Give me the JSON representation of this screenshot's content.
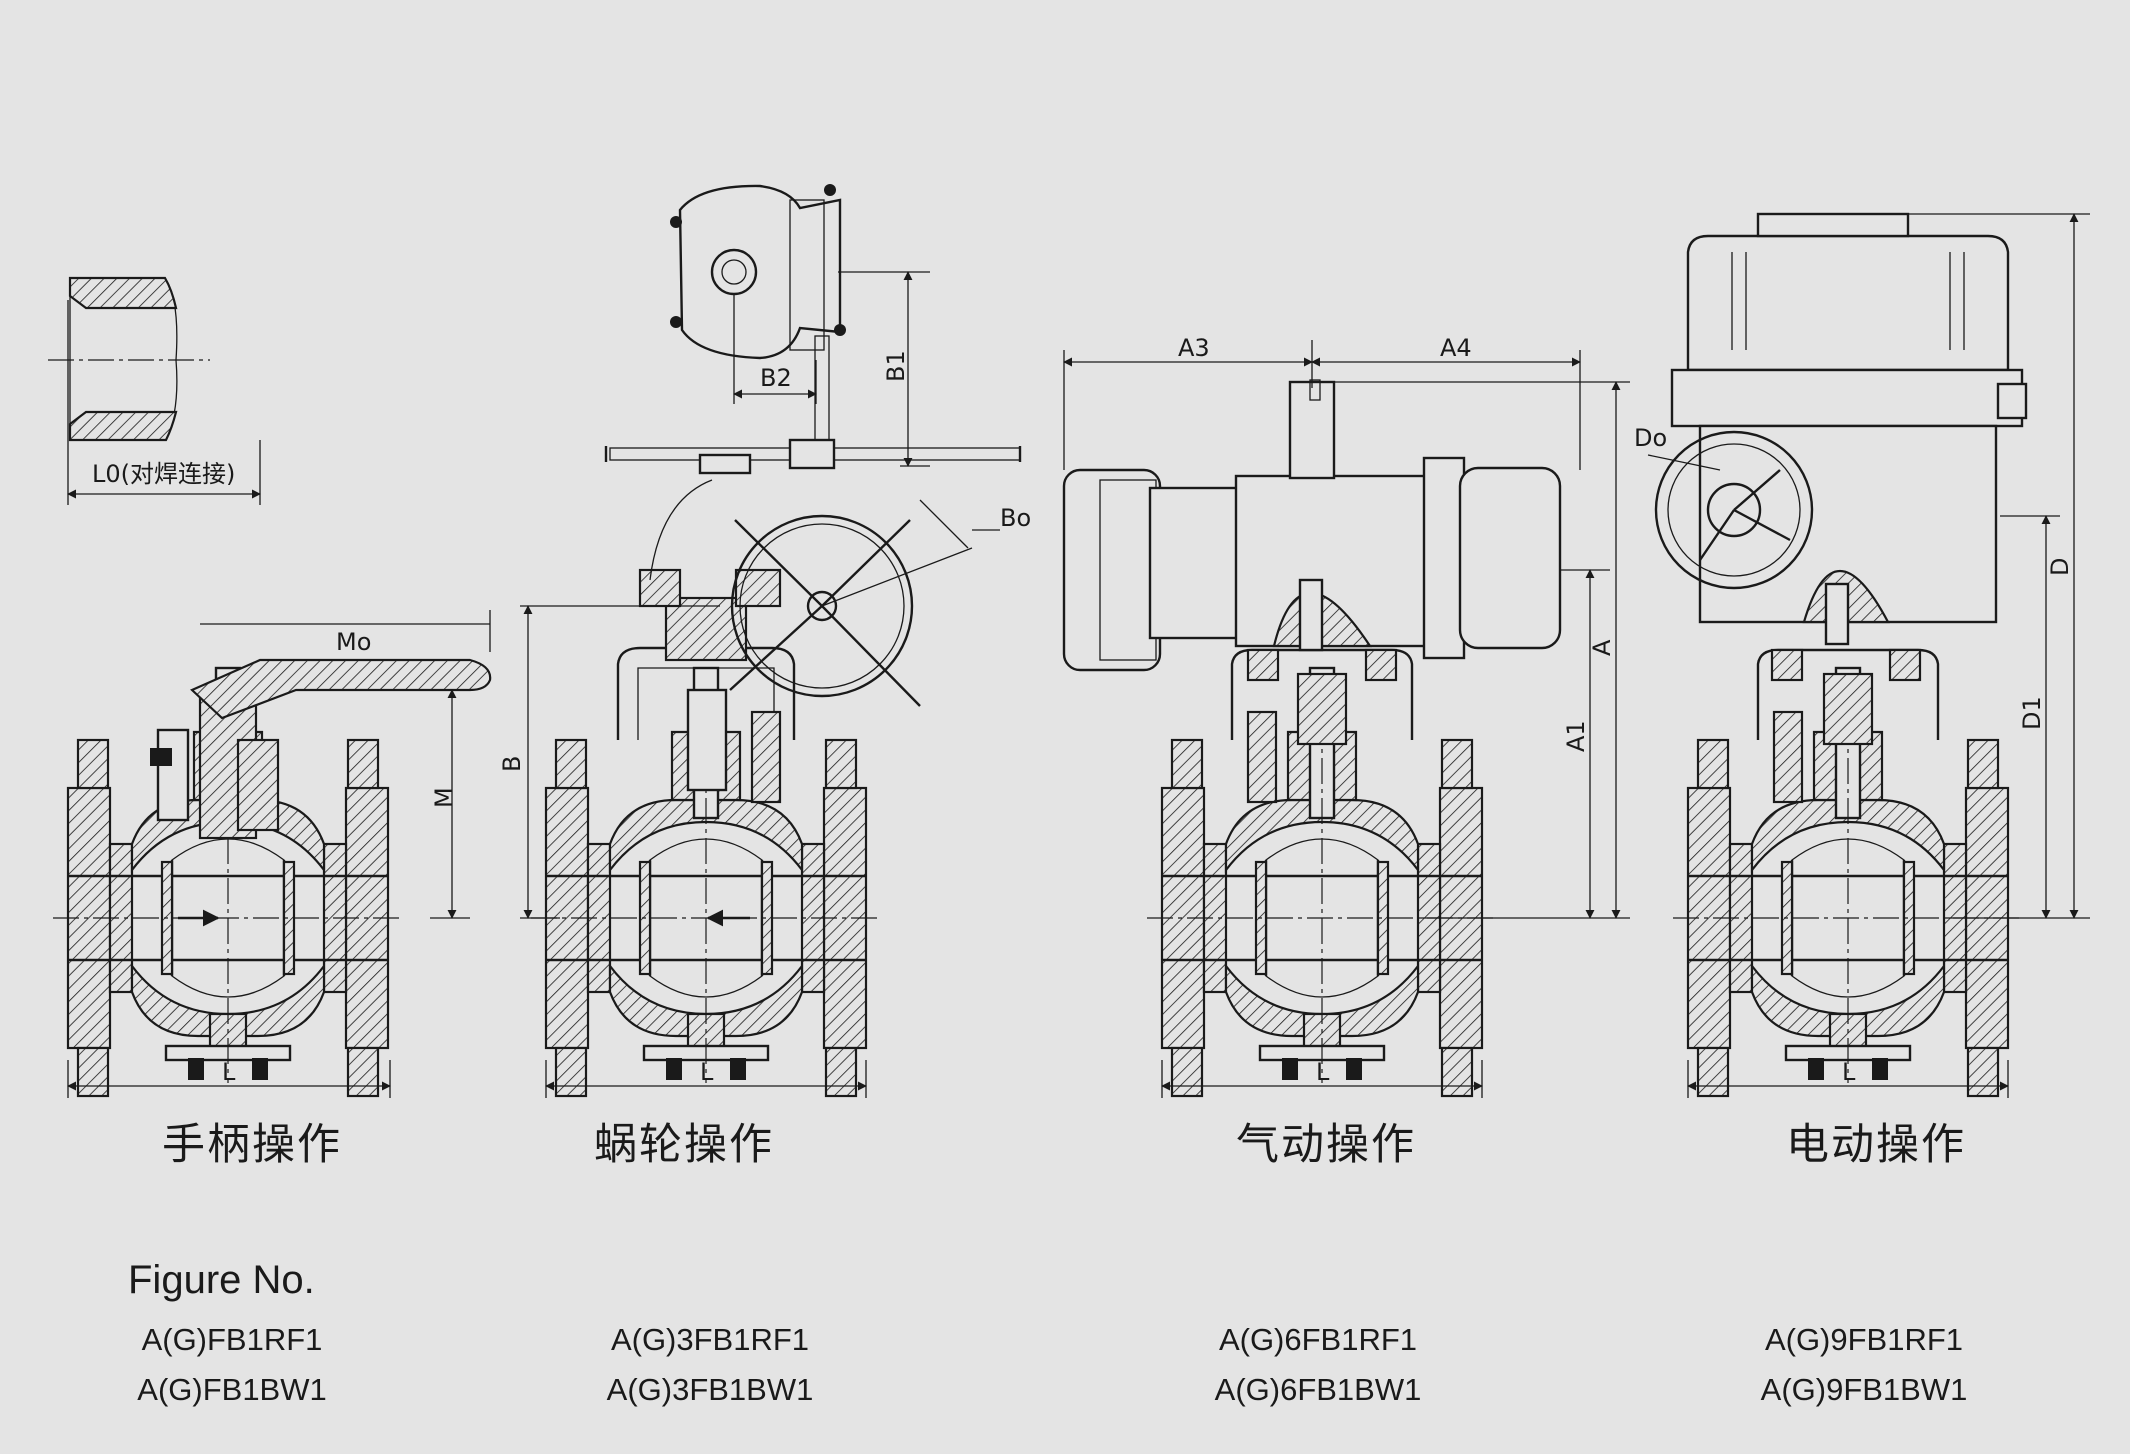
{
  "captions": {
    "manual": "手柄操作",
    "worm_gear": "蜗轮操作",
    "pneumatic": "气动操作",
    "electric": "电动操作"
  },
  "dimensions": {
    "butt_weld": "L0(对焊连接)",
    "Mo": "Mo",
    "M": "M",
    "L": "L",
    "B": "B",
    "B1": "B1",
    "B2": "B2",
    "Bo": "Bo",
    "A": "A",
    "A1": "A1",
    "A3": "A3",
    "A4": "A4",
    "D": "D",
    "D1": "D1",
    "Do": "Do"
  },
  "figure": {
    "heading": "Figure No.",
    "manual": [
      "A(G)FB1RF1",
      "A(G)FB1BW1"
    ],
    "worm_gear": [
      "A(G)3FB1RF1",
      "A(G)3FB1BW1"
    ],
    "pneumatic": [
      "A(G)6FB1RF1",
      "A(G)6FB1BW1"
    ],
    "electric": [
      "A(G)9FB1RF1",
      "A(G)9FB1BW1"
    ]
  },
  "colors": {
    "background": "#e4e4e4",
    "ink": "#1a1a1a"
  }
}
